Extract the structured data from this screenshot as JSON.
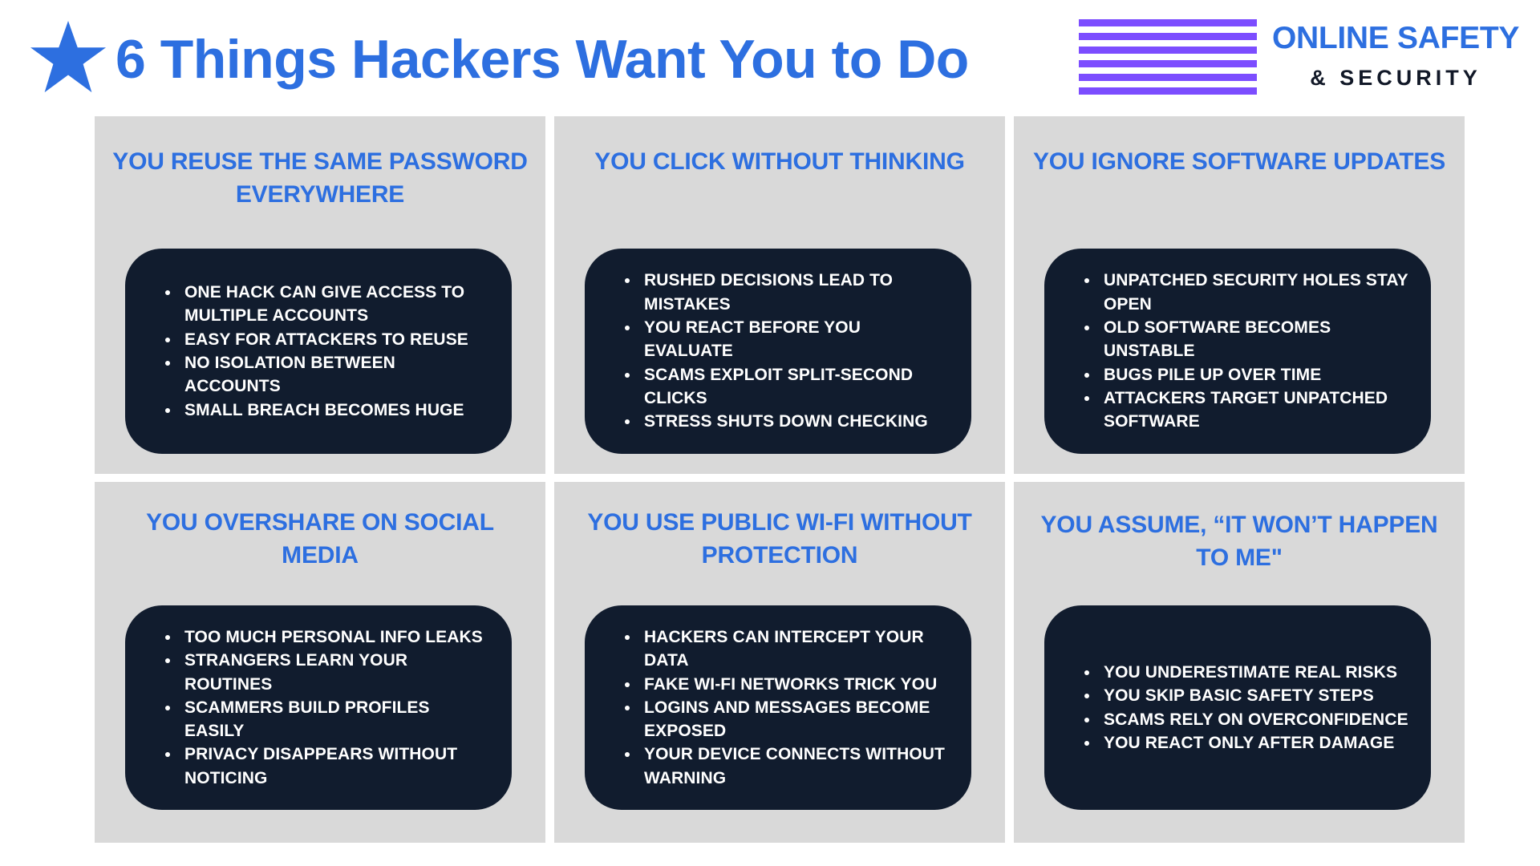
{
  "header": {
    "title": "6 Things Hackers Want You to Do",
    "brand_line1": "ONLINE SAFETY",
    "brand_line2": "& SECURITY"
  },
  "colors": {
    "accent_blue": "#2d6fe0",
    "logo_purple": "#7c4dff",
    "card_gray": "#d9d9d9",
    "bubble_navy": "#111c2e"
  },
  "icons": [
    "star-icon",
    "striped-logo-icon"
  ],
  "cards": [
    {
      "title": "YOU REUSE THE SAME PASSWORD EVERYWHERE",
      "bullets": [
        "ONE HACK CAN GIVE ACCESS TO MULTIPLE ACCOUNTS",
        "EASY FOR ATTACKERS TO REUSE",
        "NO ISOLATION BETWEEN ACCOUNTS",
        "SMALL BREACH BECOMES HUGE"
      ]
    },
    {
      "title": "YOU CLICK WITHOUT THINKING",
      "bullets": [
        "RUSHED DECISIONS LEAD TO MISTAKES",
        "YOU REACT BEFORE YOU EVALUATE",
        "SCAMS EXPLOIT SPLIT-SECOND CLICKS",
        "STRESS SHUTS DOWN CHECKING"
      ]
    },
    {
      "title": "YOU IGNORE SOFTWARE UPDATES",
      "bullets": [
        "UNPATCHED SECURITY HOLES STAY OPEN",
        "OLD SOFTWARE BECOMES UNSTABLE",
        "BUGS PILE UP OVER TIME",
        "ATTACKERS TARGET UNPATCHED SOFTWARE"
      ]
    },
    {
      "title": "YOU OVERSHARE ON SOCIAL MEDIA",
      "bullets": [
        "TOO MUCH PERSONAL INFO LEAKS",
        "STRANGERS LEARN YOUR ROUTINES",
        "SCAMMERS BUILD PROFILES EASILY",
        "PRIVACY DISAPPEARS WITHOUT NOTICING"
      ]
    },
    {
      "title": "YOU USE PUBLIC WI-FI WITHOUT PROTECTION",
      "bullets": [
        "HACKERS CAN INTERCEPT YOUR DATA",
        "FAKE WI-FI NETWORKS TRICK YOU",
        "LOGINS AND MESSAGES BECOME EXPOSED",
        "YOUR DEVICE CONNECTS WITHOUT WARNING"
      ]
    },
    {
      "title": "YOU ASSUME, “IT WON’T HAPPEN TO ME\"",
      "bullets": [
        "YOU UNDERESTIMATE REAL RISKS",
        "YOU SKIP BASIC SAFETY STEPS",
        "SCAMS RELY ON OVERCONFIDENCE",
        "YOU REACT ONLY AFTER DAMAGE"
      ]
    }
  ]
}
